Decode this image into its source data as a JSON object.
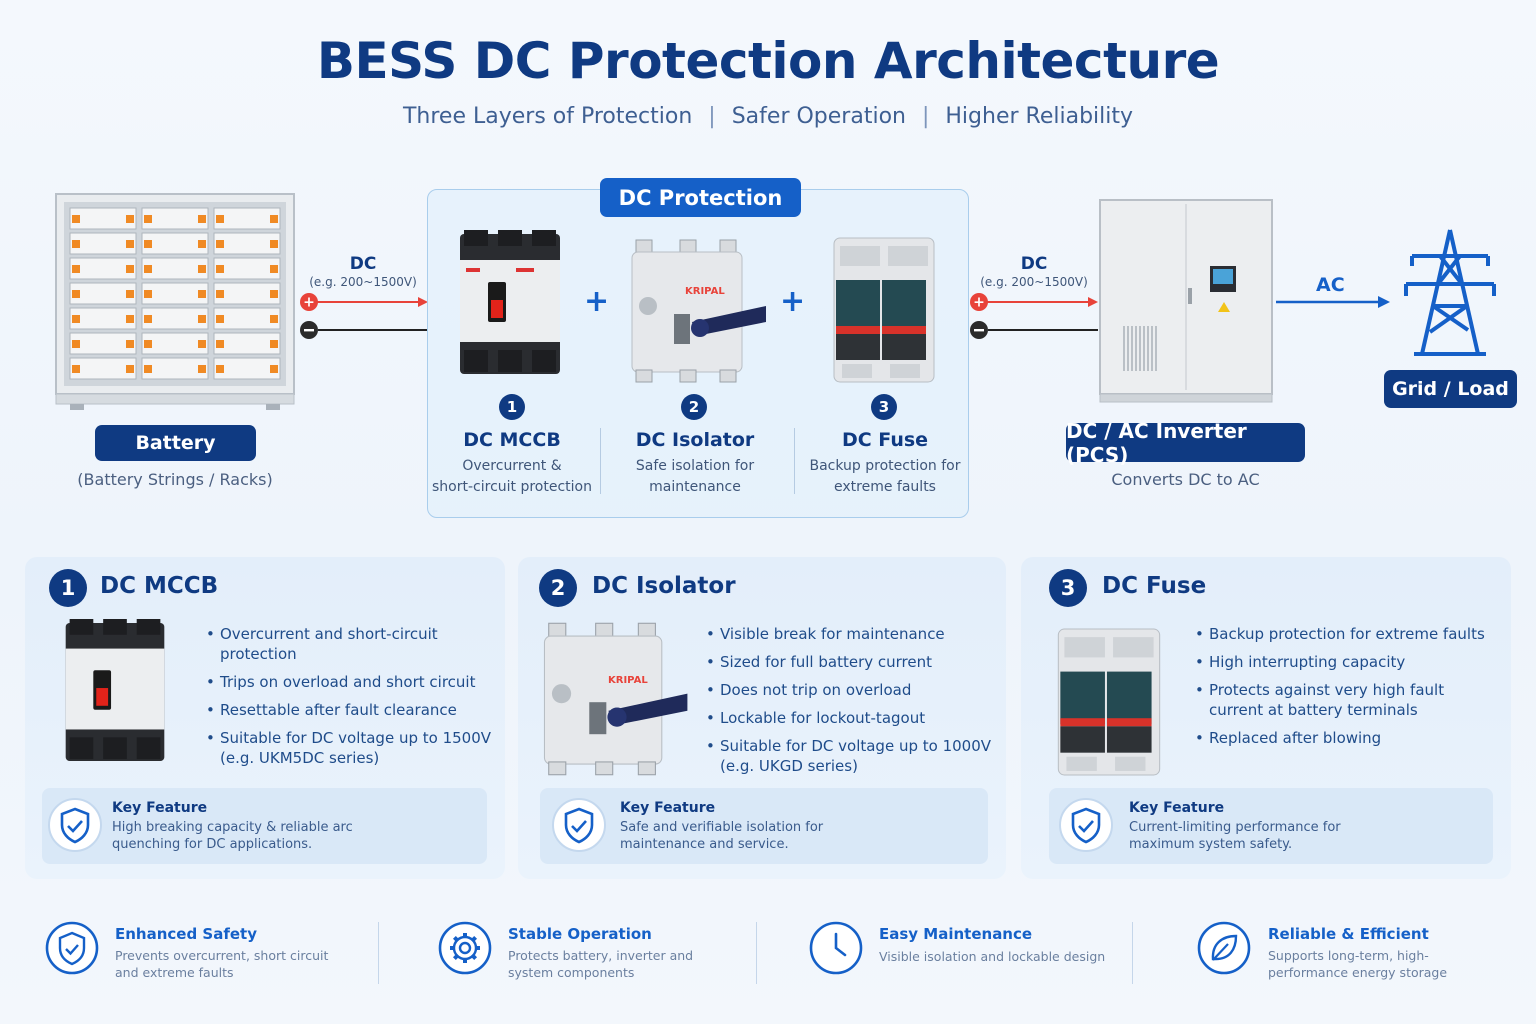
{
  "header": {
    "title": "BESS DC Protection Architecture",
    "sub1": "Three Layers of Protection",
    "sub2": "Safer Operation",
    "sub3": "Higher Reliability"
  },
  "battery": {
    "label": "Battery",
    "caption": "(Battery Strings / Racks)"
  },
  "dc_left": {
    "label": "DC",
    "range": "(e.g. 200~1500V)"
  },
  "dc_right": {
    "label": "DC",
    "range": "(e.g. 200~1500V)"
  },
  "ac": {
    "label": "AC"
  },
  "protection": {
    "label": "DC Protection",
    "devices": [
      {
        "num": "1",
        "name": "DC MCCB",
        "desc1": "Overcurrent &",
        "desc2": "short-circuit protection"
      },
      {
        "num": "2",
        "name": "DC Isolator",
        "desc1": "Safe isolation for",
        "desc2": "maintenance"
      },
      {
        "num": "3",
        "name": "DC Fuse",
        "desc1": "Backup protection for",
        "desc2": "extreme faults"
      }
    ],
    "plus": "+"
  },
  "brand": "KRIPAL",
  "inverter": {
    "label": "DC / AC Inverter (PCS)",
    "caption": "Converts DC to AC"
  },
  "grid": {
    "label": "Grid / Load"
  },
  "cards": [
    {
      "num": "1",
      "title": "DC MCCB",
      "bullets": [
        "Overcurrent and short-circuit protection",
        "Trips on overload and short circuit",
        "Resettable after fault clearance",
        "Suitable for DC voltage up to 1500V (e.g. UKM5DC series)"
      ],
      "kf_title": "Key Feature",
      "kf_desc": "High breaking capacity & reliable arc quenching for DC applications."
    },
    {
      "num": "2",
      "title": "DC Isolator",
      "bullets": [
        "Visible break for maintenance",
        "Sized for full battery current",
        "Does not trip on overload",
        "Lockable for lockout-tagout",
        "Suitable for DC voltage up to 1000V (e.g. UKGD series)"
      ],
      "kf_title": "Key Feature",
      "kf_desc": "Safe and verifiable isolation for maintenance and service."
    },
    {
      "num": "3",
      "title": "DC Fuse",
      "bullets": [
        "Backup protection for extreme faults",
        "High interrupting capacity",
        "Protects against very high fault current at battery terminals",
        "Replaced after blowing"
      ],
      "kf_title": "Key Feature",
      "kf_desc": "Current-limiting performance for maximum system safety."
    }
  ],
  "footer": [
    {
      "icon": "shield-icon",
      "title": "Enhanced Safety",
      "desc": "Prevents overcurrent, short circuit and extreme faults"
    },
    {
      "icon": "gear-icon",
      "title": "Stable Operation",
      "desc": "Protects battery, inverter and system components"
    },
    {
      "icon": "clock-icon",
      "title": "Easy Maintenance",
      "desc": "Visible isolation and lockable design"
    },
    {
      "icon": "leaf-icon",
      "title": "Reliable & Efficient",
      "desc": "Supports long-term, high-performance energy storage"
    }
  ],
  "colors": {
    "navy": "#0f3a82",
    "blue": "#1560c8",
    "red": "#e8433a"
  }
}
